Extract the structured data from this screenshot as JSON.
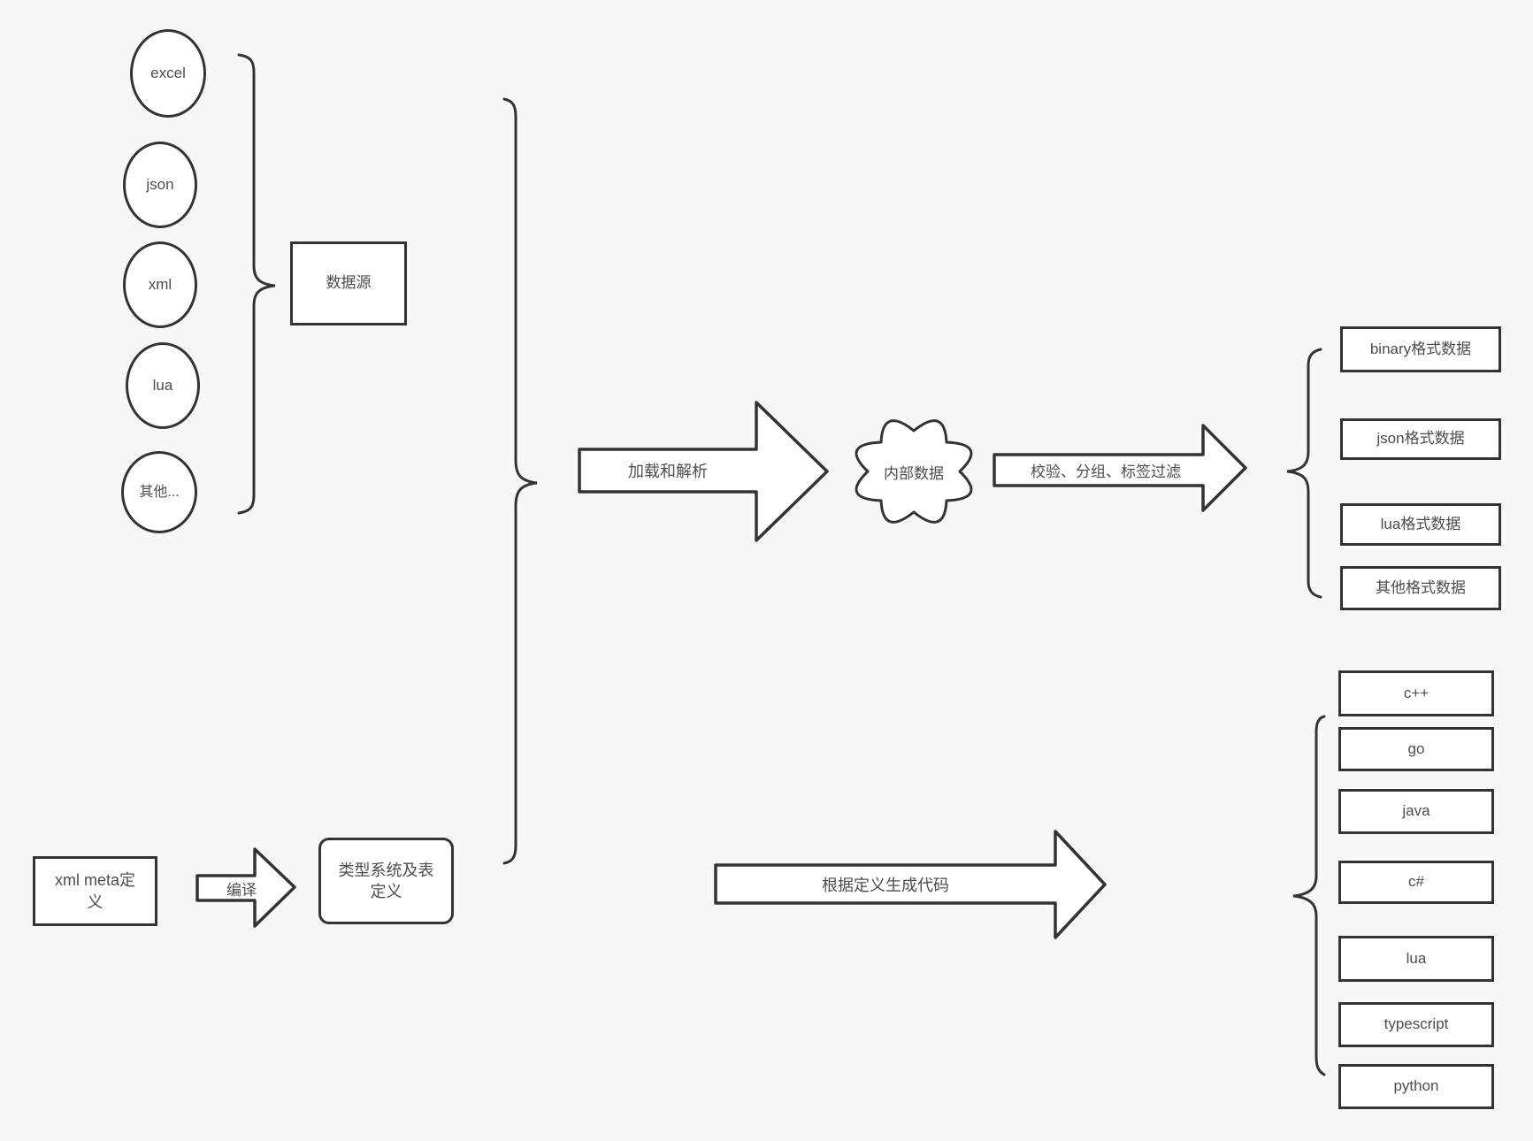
{
  "colors": {
    "background": "#f7f7f7",
    "stroke": "#333333",
    "node_fill": "#ffffff",
    "text": "#4d4d4d"
  },
  "sources": {
    "group_label": "数据源",
    "items": [
      "excel",
      "json",
      "xml",
      "lua",
      "其他..."
    ]
  },
  "pipeline": {
    "load_arrow_label": "加载和解析",
    "internal_data_label": "内部数据",
    "filter_arrow_label": "校验、分组、标签过滤"
  },
  "definition": {
    "xml_meta_label": "xml meta定义",
    "compile_arrow_label": "编译",
    "type_system_label": "类型系统及表定义",
    "codegen_arrow_label": "根据定义生成代码"
  },
  "outputs": {
    "formats": [
      "binary格式数据",
      "json格式数据",
      "lua格式数据",
      "其他格式数据"
    ],
    "languages": [
      "c++",
      "go",
      "java",
      "c#",
      "lua",
      "typescript",
      "python"
    ]
  }
}
